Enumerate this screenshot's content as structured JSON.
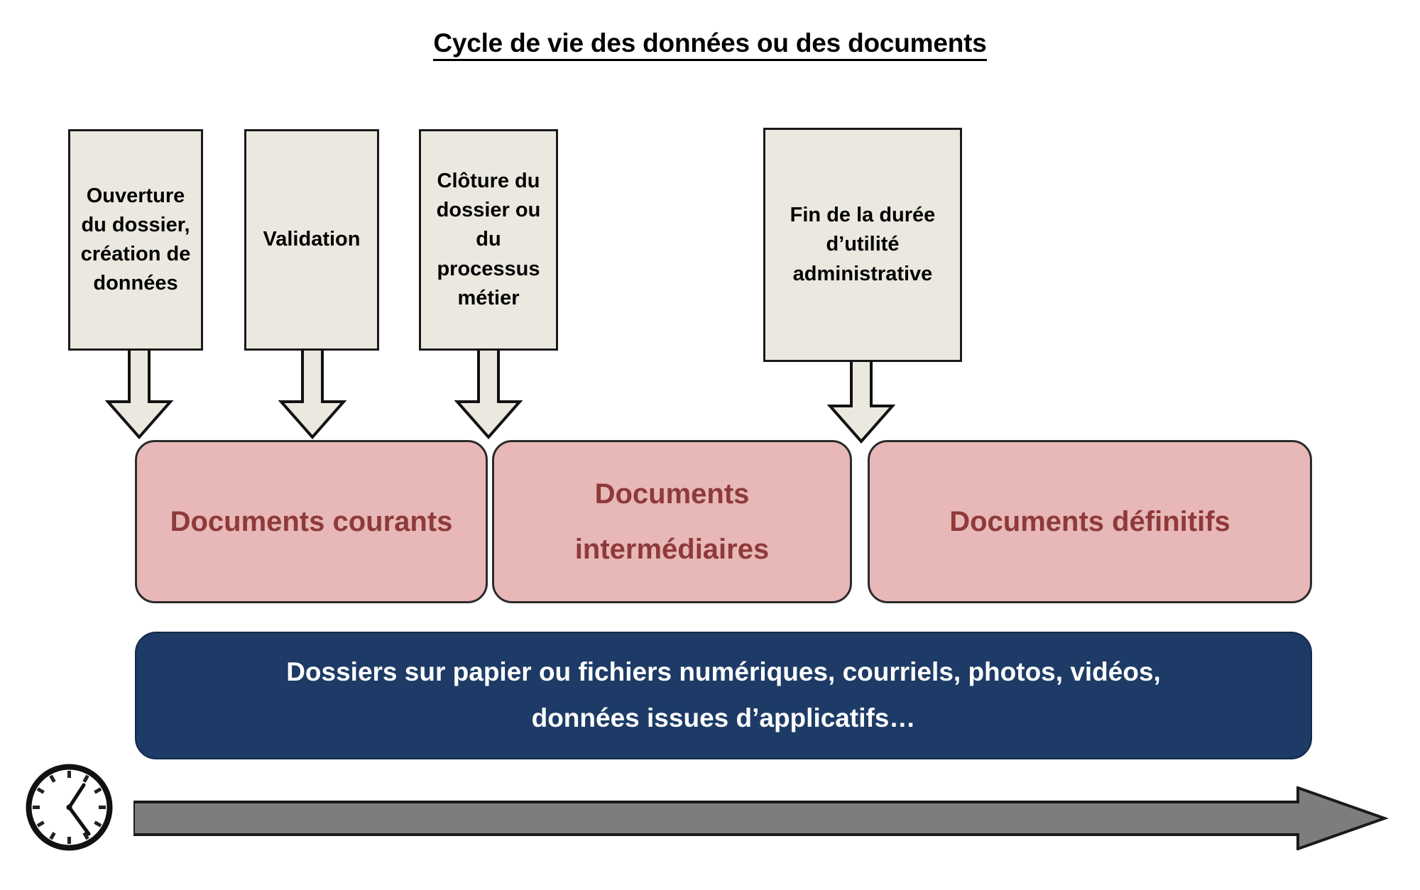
{
  "title": {
    "text": "Cycle de vie des données ou des documents"
  },
  "events": [
    {
      "name": "ouverture",
      "label": "Ouverture du dossier, création de données"
    },
    {
      "name": "validation",
      "label": "Validation"
    },
    {
      "name": "cloture",
      "label": "Clôture du dossier ou du processus métier"
    },
    {
      "name": "fin-dua",
      "label": "Fin de la durée d’utilité administrative"
    }
  ],
  "phases": [
    {
      "name": "courants",
      "label": "Documents courants"
    },
    {
      "name": "intermediaires",
      "label": "Documents intermédiaires"
    },
    {
      "name": "definitifs",
      "label": "Documents définitifs"
    }
  ],
  "support": {
    "line1": "Dossiers sur papier ou fichiers numériques, courriels, photos, vidéos,",
    "line2": "données issues d’applicatifs…"
  },
  "timeline": {
    "clock_icon": "clock-icon",
    "arrow_icon": "right-arrow-icon"
  },
  "colors": {
    "event_fill": "#ebe9df",
    "event_stroke": "#1a1a1a",
    "phase_fill": "#e8b7b7",
    "phase_text": "#8e3a3a",
    "support_fill": "#1d3b66",
    "support_text": "#ffffff",
    "timeline_arrow": "#7d7d7d"
  }
}
